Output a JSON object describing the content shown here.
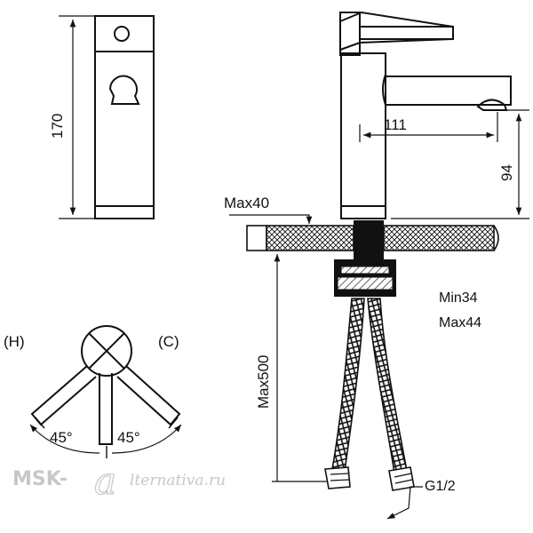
{
  "dimensions": {
    "total_height": "170",
    "spout_reach": "111",
    "spout_height": "94",
    "max_counter_thickness": "Max40",
    "max_hose_length": "Max500",
    "hole_min": "Min34",
    "hole_max": "Max44",
    "connection_thread": "G1/2"
  },
  "handle": {
    "hot_label": "(H)",
    "cold_label": "(C)",
    "angle_left": "45°",
    "angle_right": "45°"
  },
  "watermark": {
    "prefix": "MSK-",
    "letter": "a",
    "suffix": "lternativa.ru"
  },
  "colors": {
    "line": "#111111",
    "watermark": "#c7c7c7"
  }
}
